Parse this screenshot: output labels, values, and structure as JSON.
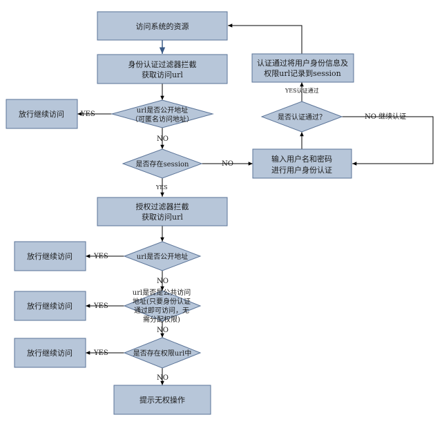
{
  "nodes": {
    "access": [
      "访问系统的资源"
    ],
    "auth_filter": [
      "身份认证过滤器拦截",
      "获取访问url"
    ],
    "allow1": [
      "放行继续访问"
    ],
    "anon_check": [
      "url是否公开地址",
      "（可匿名访问地址）"
    ],
    "session_check": [
      "是否存在session"
    ],
    "login_input": [
      "输入用户名和密码",
      "进行用户身份认证"
    ],
    "auth_pass": [
      "是否认证通过？"
    ],
    "record": [
      "认证通过将用户身份信息及",
      "权限url记录到session"
    ],
    "perm_filter": [
      "授权过滤器拦截",
      "获取访问url"
    ],
    "allow2": [
      "放行继续访问"
    ],
    "public_check": [
      "url是否公开地址"
    ],
    "allow3": [
      "放行继续访问"
    ],
    "common_check": [
      "url是否是公共访问",
      "地址(只要身份认证",
      "通过即可访问，无",
      "需分配权限)"
    ],
    "allow4": [
      "放行继续访问"
    ],
    "perm_check": [
      "是否存在权限url中"
    ],
    "deny": [
      "提示无权操作"
    ]
  },
  "labels": {
    "yes1": "YES",
    "no1": "NO",
    "no_session": "NO",
    "yes_session": "YES",
    "yes_auth": "YES认证通过",
    "no_auth": "NO  继续认证",
    "yes2": "YES",
    "no2": "NO",
    "yes3": "YES",
    "no3": "NO",
    "yes4": "YES",
    "no4": "NO"
  }
}
